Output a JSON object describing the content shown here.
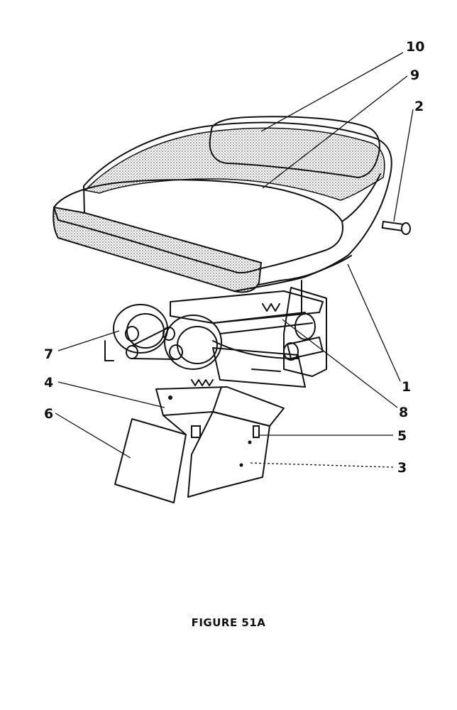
{
  "figure": {
    "caption": "FIGURE 51A",
    "callouts": {
      "c10": "10",
      "c9": "9",
      "c2": "2",
      "c1": "1",
      "c8": "8",
      "c7": "7",
      "c4": "4",
      "c6": "6",
      "c5": "5",
      "c3": "3"
    }
  }
}
